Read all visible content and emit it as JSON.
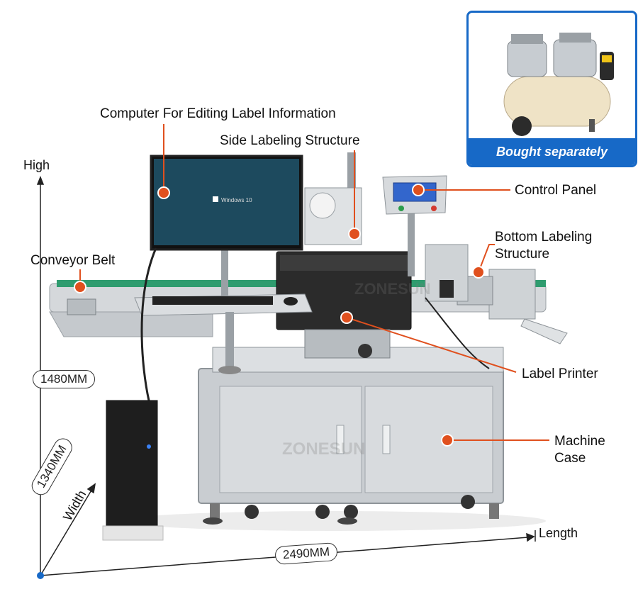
{
  "callouts": {
    "computer": "Computer For Editing Label Information",
    "side_labeling": "Side Labeling Structure",
    "control_panel": "Control Panel",
    "bottom_labeling_line1": "Bottom Labeling",
    "bottom_labeling_line2": "Structure",
    "conveyor_belt": "Conveyor Belt",
    "label_printer": "Label Printer",
    "machine_case_line1": "Machine",
    "machine_case_line2": "Case"
  },
  "dimensions": {
    "high_label": "High",
    "high_value": "1480MM",
    "width_label": "Width",
    "width_value": "1340MM",
    "length_label": "Length",
    "length_value": "2490MM"
  },
  "accessory": {
    "badge_text": "Bought separately"
  },
  "watermark": "ZONESUN",
  "monitor_text": "Windows 10",
  "colors": {
    "callout_orange": "#e0501e",
    "badge_blue": "#1769c7",
    "machine_steel": "#c9cdd1",
    "conveyor_green": "#2f9c6f"
  }
}
